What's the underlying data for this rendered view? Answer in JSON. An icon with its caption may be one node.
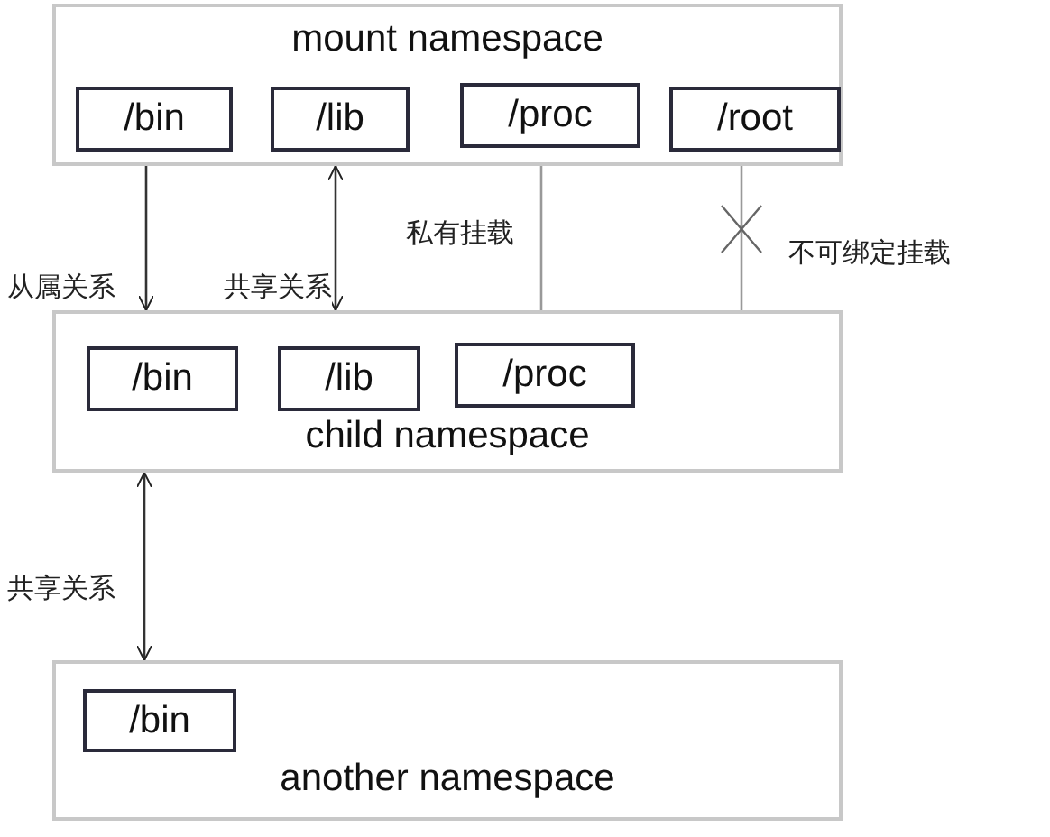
{
  "diagram": {
    "nodes": [
      {
        "text": [
          "mount namespace"
        ]
      },
      {
        "text": [
          "/bin"
        ],
        "in": 0
      },
      {
        "text": [
          "/lib"
        ],
        "in": 0
      },
      {
        "text": [
          "/proc"
        ],
        "in": 0
      },
      {
        "text": [
          "/root"
        ],
        "in": 0
      },
      {
        "text": [
          "child namespace"
        ]
      },
      {
        "text": [
          "/bin"
        ],
        "in": 5
      },
      {
        "text": [
          "/lib"
        ],
        "in": 5
      },
      {
        "text": [
          "/proc"
        ],
        "in": 5
      },
      {
        "text": [
          "another namespace"
        ]
      },
      {
        "text": [
          "/bin"
        ],
        "in": 9
      }
    ],
    "edges": [
      {
        "from": 0,
        "to": 5,
        "arrow": "to",
        "label": "从属关系"
      },
      {
        "from": 0,
        "to": 5,
        "arrow": "both",
        "label": "共享关系"
      },
      {
        "from": 0,
        "to": 5,
        "arrow": "none",
        "label": "私有挂载",
        "color": "#999999"
      },
      {
        "from": 0,
        "to": 5,
        "arrow": "none",
        "label": "不可绑定挂载",
        "color": "#999999"
      },
      {
        "from": 5,
        "to": 9,
        "arrow": "both",
        "label": "共享关系"
      }
    ]
  }
}
